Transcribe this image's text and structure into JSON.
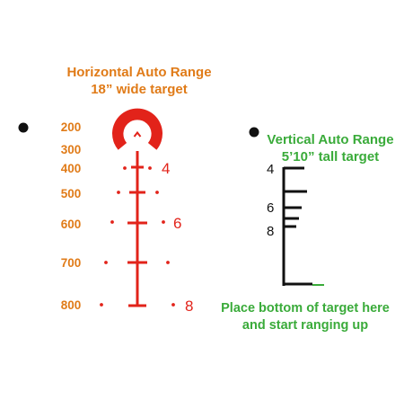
{
  "colors": {
    "orange": "#e07b18",
    "red": "#e2231a",
    "green": "#3aab3a",
    "black": "#111111"
  },
  "horizontal": {
    "title": "Horizontal Auto Range",
    "subtitle": "18” wide target",
    "range_labels": [
      "200",
      "300",
      "400",
      "500",
      "600",
      "700",
      "800"
    ],
    "marker_labels": [
      "4",
      "6",
      "8"
    ]
  },
  "vertical": {
    "title": "Vertical Auto Range",
    "subtitle": "5’10” tall target",
    "labels": [
      "4",
      "6",
      "8"
    ]
  },
  "note": {
    "line1": "Place bottom of target here",
    "line2": "and start ranging up"
  },
  "icons": {
    "left_dot": "black-dot-icon",
    "right_dot": "black-dot-icon",
    "reticle_ring": "horseshoe-icon",
    "reticle_chevron": "chevron-up-icon"
  }
}
